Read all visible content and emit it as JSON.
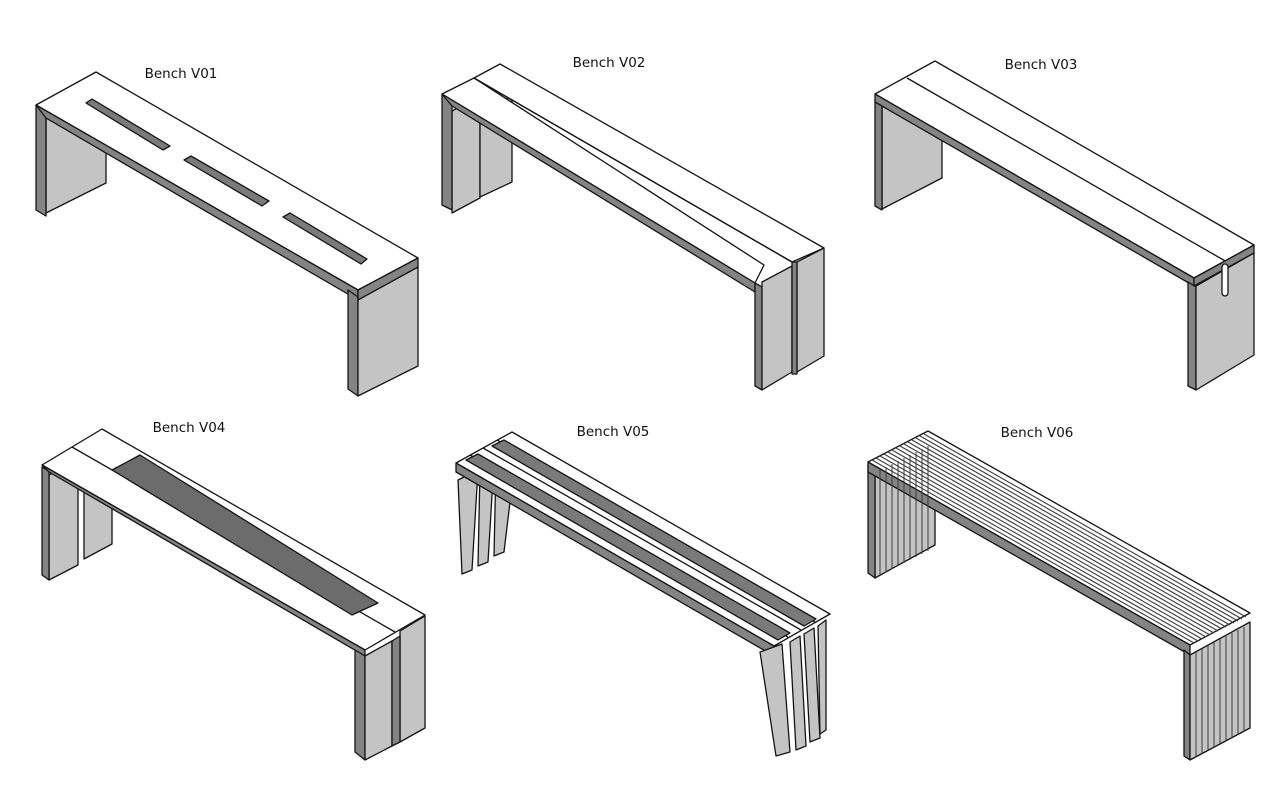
{
  "benches": [
    {
      "label": "Bench V01"
    },
    {
      "label": "Bench V02"
    },
    {
      "label": "Bench V03"
    },
    {
      "label": "Bench V04"
    },
    {
      "label": "Bench V05"
    },
    {
      "label": "Bench V06"
    }
  ],
  "colors": {
    "background": "#ffffff",
    "line": "#141414",
    "top_face": "#ffffff",
    "front_face": "#848484",
    "end_face": "#c4c4c4"
  }
}
